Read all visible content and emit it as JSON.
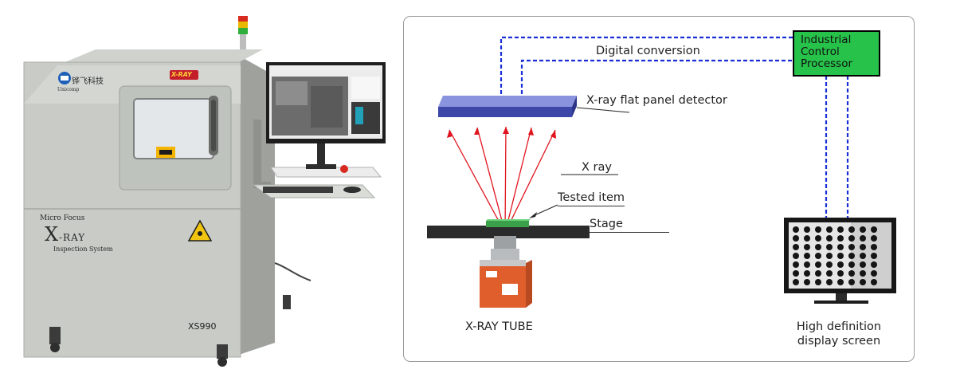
{
  "machine": {
    "logo_company": "铧飞科技",
    "logo_sub": "Unicomp",
    "badge": "X-RAY",
    "brand_line1": "Micro Focus",
    "brand_x": "X",
    "brand_ray": "-RAY",
    "brand_line3": "Inspection System",
    "model": "XS990"
  },
  "diagram": {
    "ipc_box": "Industrial Control Processor",
    "digital_conversion": "Digital conversion",
    "detector": "X-ray flat panel detector",
    "xray": "X ray",
    "tested_item": "Tested item",
    "stage": "Stage",
    "tube": "X-RAY TUBE",
    "display": "High definition display screen"
  },
  "colors": {
    "dashed_link": "#1a2fd6",
    "ipc_fill": "#27c24a",
    "detector": "#4a52b5",
    "ray": "#e0141e",
    "stage": "#2b2b2b",
    "tested_item": "#3aa14a"
  }
}
